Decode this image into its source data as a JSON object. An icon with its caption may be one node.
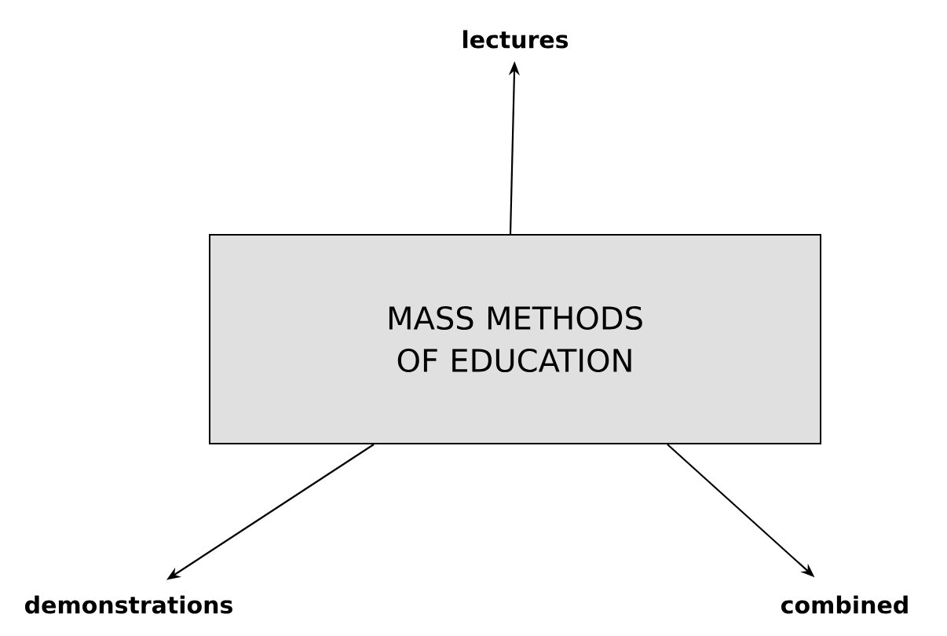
{
  "diagram": {
    "nodes": [
      {
        "text": [
          "MASS METHODS OF EDUCATION"
        ]
      },
      {
        "text": [
          "lectures"
        ]
      },
      {
        "text": [
          "demonstrations"
        ]
      },
      {
        "text": [
          "combined"
        ]
      }
    ],
    "edges": [
      {
        "from": 0,
        "to": 1,
        "arrow": "to"
      },
      {
        "from": 0,
        "to": 2,
        "arrow": "to"
      },
      {
        "from": 0,
        "to": 3,
        "arrow": "to"
      }
    ]
  }
}
